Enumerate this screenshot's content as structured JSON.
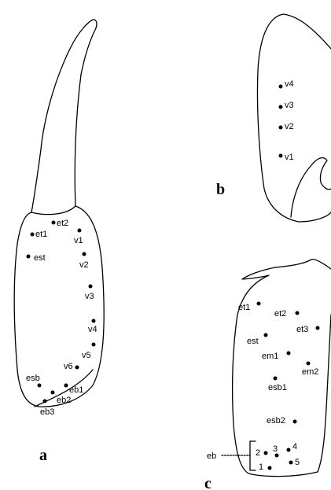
{
  "panels": [
    {
      "id": "a",
      "letter": "a",
      "setae": [
        "et1",
        "et2",
        "est",
        "v1",
        "v2",
        "v3",
        "v4",
        "v5",
        "v6",
        "esb",
        "eb1",
        "eb2",
        "eb3"
      ]
    },
    {
      "id": "b",
      "letter": "b",
      "setae": [
        "v4",
        "v3",
        "v2",
        "v1"
      ]
    },
    {
      "id": "c",
      "letter": "c",
      "setae": [
        "et1",
        "et2",
        "et3",
        "est",
        "em1",
        "em2",
        "esb1",
        "esb2",
        "1",
        "2",
        "3",
        "4",
        "5"
      ],
      "group_label": "eb"
    }
  ],
  "colors": {
    "ink": "#000000",
    "background": "#ffffff"
  }
}
